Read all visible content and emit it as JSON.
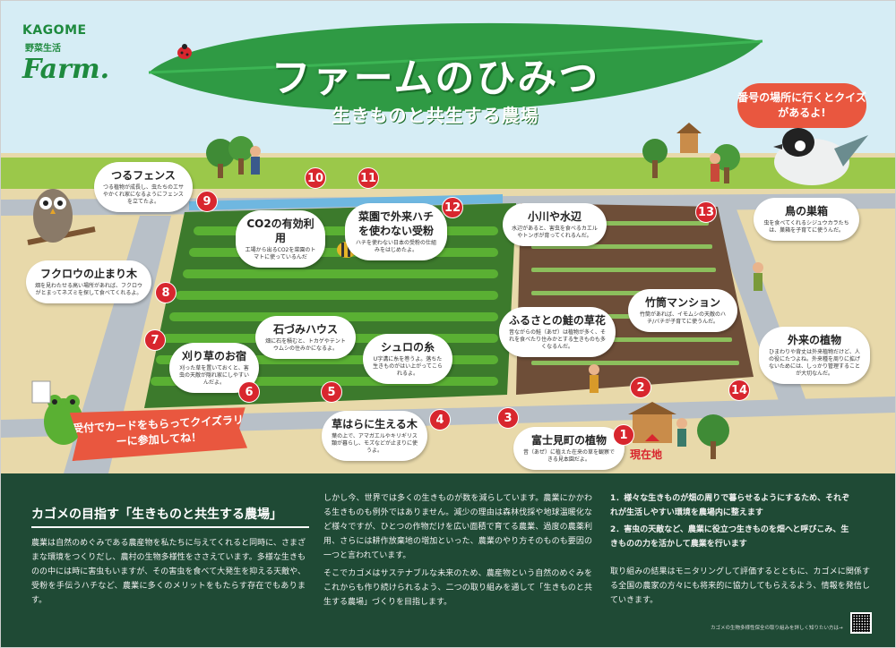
{
  "logo": {
    "brand": "KAGOME",
    "sub": "野菜生活",
    "farm": "Farm."
  },
  "header": {
    "title": "ファームのひみつ",
    "subtitle": "生きものと共生する農場"
  },
  "quiz_note": "番号の場所に行くとクイズがあるよ!",
  "spots": [
    {
      "num": "1",
      "title": "富士見町の植物",
      "desc": "昔（あぜ）に植えた在来の草を観察できる見本園だよ。"
    },
    {
      "num": "2",
      "title": "竹筒マンション",
      "desc": "竹筒があれば、イモムシの天敵のハチ/バチが子育てに使うんだ。"
    },
    {
      "num": "3",
      "title": "ふるさとの鮭の草花",
      "desc": "昔ながらの鮭（あぜ）は植物が多く、それを食べたり住みかとする生きものも多くなるんだ。"
    },
    {
      "num": "4",
      "title": "草はらに生える木",
      "desc": "葉の上で、アマガエルやキリギリス類が暮らし、モズなどが止まりに使うよ。"
    },
    {
      "num": "5",
      "title": "シュロの糸",
      "desc": "U字溝に糸を巻うよ。落ちた生きものがはい上がってこられるよ。"
    },
    {
      "num": "6",
      "title": "石づみハウス",
      "desc": "畑に石を積むと、トカゲやテントウムシの住みかになるよ。"
    },
    {
      "num": "7",
      "title": "刈り草のお宿",
      "desc": "刈った草を置いておくと、害虫の天敵が隠れ家にしやすいんだよ。"
    },
    {
      "num": "8",
      "title": "フクロウの止まり木",
      "desc": "畑を見わたせる高い場所があれば、フクロウがとまってネズミを探して食べてくれるよ。"
    },
    {
      "num": "9",
      "title": "つるフェンス",
      "desc": "つる植物が成長し、虫たちのエサやかくれ家になるようにフェンスを立てたよ。"
    },
    {
      "num": "10",
      "title": "CO2の有効利用",
      "desc": "工場から出るCO2を菜園のトマトに使っているんだ"
    },
    {
      "num": "11",
      "title": "菜園で外来ハチを使わない受粉",
      "desc": "ハチを使わない日本の受粉の仕組みをはじめたよ。"
    },
    {
      "num": "12",
      "title": "小川や水辺",
      "desc": "水辺があると、害虫を食べるカエルやトンボが育ってくれるんだ。"
    },
    {
      "num": "13",
      "title": "鳥の巣箱",
      "desc": "虫を食べてくれるシジュウカラたちは、巣箱を子育てに使うんだ。"
    },
    {
      "num": "14",
      "title": "外来の植物",
      "desc": "ひまわりや背丈は外来植物だけど、人の役にたつよね。外来種を周りに拡げないためには、しっかり管理することが大切なんだ。"
    }
  ],
  "here_label": "現在地",
  "banner": "受付でカードをもらってクイズラリーに参加してね！",
  "bottom": {
    "heading": "カゴメの目指す「生きものと共生する農場」",
    "para1": "農業は自然のめぐみである農産物を私たちに与えてくれると同時に、さまざまな環境をつくりだし、農村の生物多様性をささえています。多様な生きものの中には時に害虫もいますが、その害虫を食べて大発生を抑える天敵や、受粉を手伝うハチなど、農業に多くのメリットをもたらす存在でもあります。",
    "para2": "しかし今、世界では多くの生きものが数を減らしています。農業にかかわる生きものも例外ではありません。減少の理由は森林伐採や地球温暖化など様々ですが、ひとつの作物だけを広い面積で育てる農業、過度の農薬利用、さらには耕作放棄地の増加といった、農業のやり方そのものも要因の一つと言われています。",
    "para3": "そこでカゴメはサステナブルな未来のため、農産物という自然のめぐみをこれからも作り続けられるよう、二つの取り組みを通して「生きものと共生する農場」づくりを目指します。",
    "list": [
      "1．様々な生きものが畑の周りで暮らせるようにするため、それぞれが生活しやすい環境を農場内に整えます",
      "2．害虫の天敵など、農業に役立つ生きものを畑へと呼びこみ、生きものの力を活かして農業を行います"
    ],
    "para4": "取り組みの結果はモニタリングして評価するとともに、カゴメに関係する全国の農家の方々にも将来的に協力してもらえるよう、情報を発信していきます。",
    "qr_note": "カゴメの生物多様性保全の取り組みを詳しく知りたい方は→"
  },
  "colors": {
    "green_dark": "#1f4a35",
    "leaf": "#2f9a44",
    "badge": "#d8262e",
    "banner": "#e9573f"
  },
  "icons": [
    "ladybug-icon",
    "owl-icon",
    "frog-icon",
    "bird-icon",
    "bee-icon",
    "qr-code-icon"
  ]
}
